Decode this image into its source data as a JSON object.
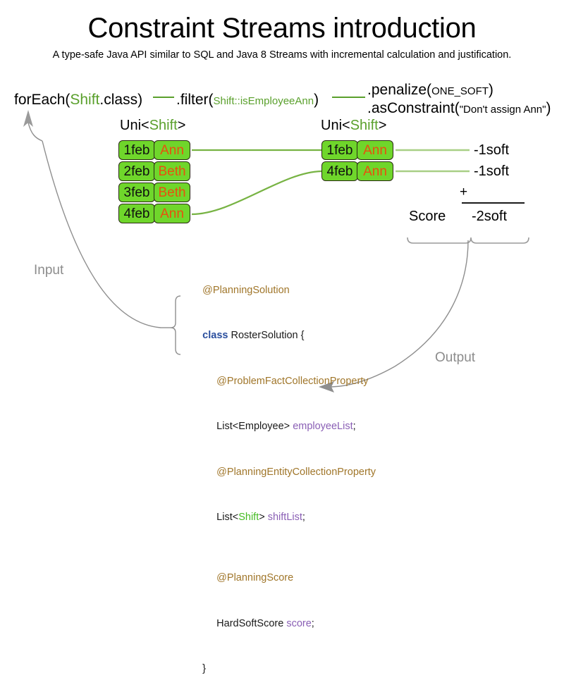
{
  "header": {
    "title": "Constraint Streams introduction",
    "subtitle": "A type-safe Java API similar to SQL and Java 8 Streams with incremental calculation and justification."
  },
  "pipeline": {
    "foreach": {
      "prefix": "forEach(",
      "type": "Shift",
      "suffix": ".class)"
    },
    "filter": {
      "prefix": ".filter(",
      "arg": "Shift::isEmployeeAnn",
      "suffix": ")"
    },
    "penalize": {
      "prefix": ".penalize(",
      "arg": "ONE_SOFT",
      "suffix": ")"
    },
    "as_constraint": {
      "prefix": ".asConstraint(",
      "arg": "\"Don't assign Ann\"",
      "suffix": ")"
    }
  },
  "streams": {
    "left": {
      "label_prefix": "Uni<",
      "label_type": "Shift",
      "label_suffix": ">",
      "facts": [
        {
          "date": "1feb",
          "employee": "Ann"
        },
        {
          "date": "2feb",
          "employee": "Beth"
        },
        {
          "date": "3feb",
          "employee": "Beth"
        },
        {
          "date": "4feb",
          "employee": "Ann"
        }
      ]
    },
    "right": {
      "label_prefix": "Uni<",
      "label_type": "Shift",
      "label_suffix": ">",
      "facts": [
        {
          "date": "1feb",
          "employee": "Ann"
        },
        {
          "date": "4feb",
          "employee": "Ann"
        }
      ]
    }
  },
  "penalties": [
    "-1soft",
    "-1soft"
  ],
  "score": {
    "word": "Score",
    "operator": "+",
    "total": "-2soft"
  },
  "io": {
    "input": "Input",
    "output": "Output"
  },
  "code": {
    "line1_ann": "@PlanningSolution",
    "line2_kw": "class",
    "line2_rest": " RosterSolution {",
    "line3_ann": "@ProblemFactCollectionProperty",
    "line4_type": "List<Employee> ",
    "line4_var": "employeeList",
    "line4_semi": ";",
    "line5_ann": "@PlanningEntityCollectionProperty",
    "line6_pre": "List<",
    "line6_shift": "Shift",
    "line6_post": "> ",
    "line6_var": "shiftList",
    "line6_semi": ";",
    "line7_ann": "@PlanningScore",
    "line8_type": "HardSoftScore ",
    "line8_var": "score",
    "line8_semi": ";",
    "line9_close": "}"
  },
  "colors": {
    "fact_fill": "#6fd62b",
    "fact_border": "#2a2a14",
    "employee_text": "#e8500f",
    "stream_line": "#5aa02c",
    "keyword_green": "#5aa02c",
    "annotation": "#a0762a",
    "keyword_blue": "#2b4f9e",
    "variable_purple": "#8a5fb5",
    "io_gray": "#8c8c8c"
  }
}
